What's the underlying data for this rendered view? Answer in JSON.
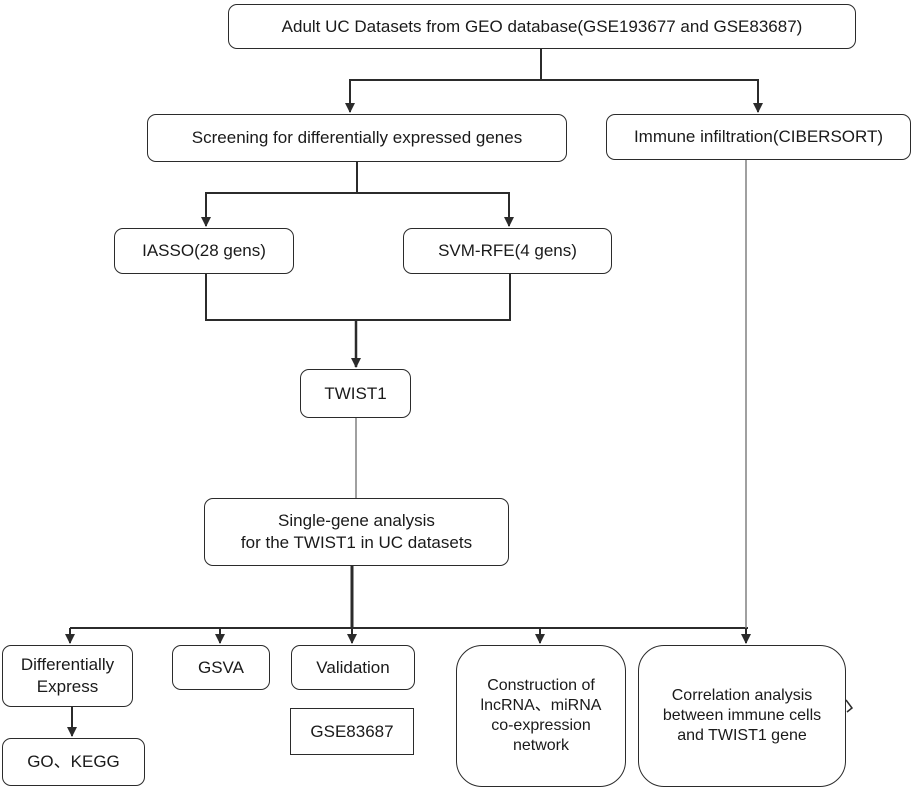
{
  "diagram": {
    "nodes": {
      "datasets": "Adult UC Datasets from GEO database(GSE193677 and GSE83687)",
      "screening": "Screening for differentially expressed genes",
      "immune": "Immune infiltration(CIBERSORT)",
      "lasso": "IASSO(28 gens)",
      "svm": "SVM-RFE(4 gens)",
      "twist1": "TWIST1",
      "single_gene_line1": "Single-gene analysis",
      "single_gene_line2": "for the TWIST1 in UC datasets",
      "diff_express_line1": "Differentially",
      "diff_express_line2": "Express",
      "gsva": "GSVA",
      "validation": "Validation",
      "gse83687": "GSE83687",
      "go_kegg": "GO、KEGG",
      "lncrna_line1": "Construction of",
      "lncrna_line2": "lncRNA、miRNA",
      "lncrna_line3": "co-expression",
      "lncrna_line4": "network",
      "correlation_line1": "Correlation analysis",
      "correlation_line2": "between immune cells",
      "correlation_line3": "and TWIST1 gene"
    },
    "colors": {
      "stroke": "#2b2b2b",
      "gray_line": "#808080",
      "fill": "#ffffff"
    }
  }
}
